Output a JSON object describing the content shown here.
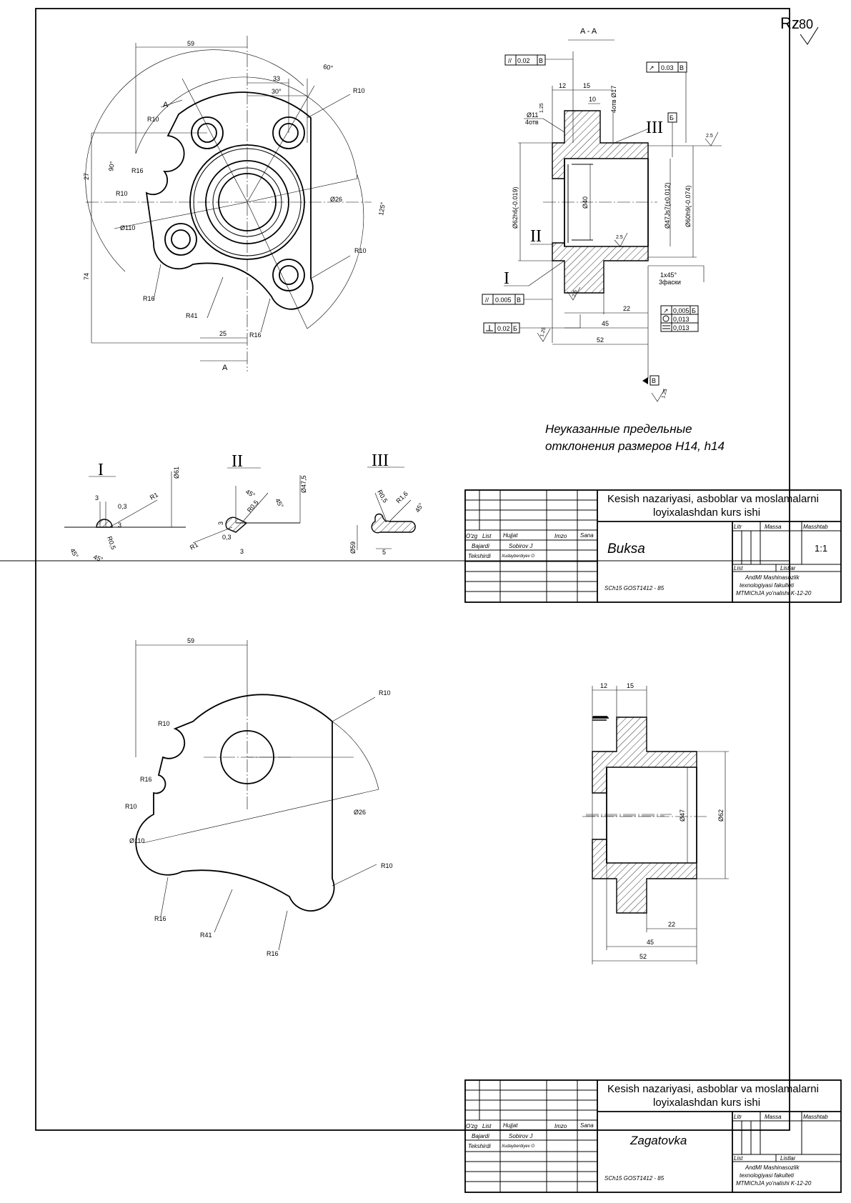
{
  "roughness": {
    "symbol": "Rz",
    "value": "80"
  },
  "top_view": {
    "dims": [
      "59",
      "60°",
      "33",
      "30°",
      "R10",
      "A",
      "R10",
      "R16",
      "90°",
      "27",
      "R10",
      "Ø26",
      "125°",
      "Ø110",
      "R10",
      "74",
      "R16",
      "R41",
      "25",
      "R16",
      "A"
    ]
  },
  "section": {
    "title": "A - A",
    "tol1": {
      "value": "0.02",
      "base": "B"
    },
    "tol2": {
      "value": "0.03",
      "base": "B"
    },
    "tol3": {
      "value": "0.005",
      "base": "B"
    },
    "tol4": {
      "value": "0.02",
      "base": "Б"
    },
    "tol_stack": [
      "0,005",
      "Б",
      "0,013",
      "0,013"
    ],
    "datum_b": "Б",
    "datum_v": "B",
    "dims": [
      "12",
      "15",
      "10",
      "4отв Ø17",
      "Ø11",
      "4отв",
      "1.25",
      "III",
      "2.5",
      "Ø62h6(-0.019)",
      "Ø40",
      "Ø47Js7(±0.012)",
      "Ø60h9(-0.074)",
      "II",
      "2.5",
      "I",
      "1x45°",
      "3фаски",
      "2.5",
      "22",
      "45",
      "1.25",
      "52",
      "1.25"
    ]
  },
  "note": [
    "Неуказанные предельные",
    "отклонения размеров H14, h14"
  ],
  "details": {
    "I": {
      "title": "I",
      "dims": [
        "3",
        "0,3",
        "R1",
        "Ø61",
        "3",
        "45°",
        "R0,5",
        "45°"
      ]
    },
    "II": {
      "title": "II",
      "dims": [
        "45°",
        "R0,5",
        "45°",
        "Ø47,5",
        "3",
        "R1",
        "0,3",
        "3"
      ]
    },
    "III": {
      "title": "III",
      "dims": [
        "R0,5",
        "R1,6",
        "45°",
        "Ø59",
        "5"
      ]
    }
  },
  "title_block_1": {
    "title_line1": "Kesish nazariyasi, asboblar va moslamalarni",
    "title_line2": "loyixalashdan kurs ishi",
    "headers": [
      "O'zg",
      "List",
      "Hujjat",
      "Imzo",
      "Sana"
    ],
    "rows": [
      [
        "Bajardi",
        "Sobirov J"
      ],
      [
        "Tekshirdi",
        "Xudayberdiyev O"
      ]
    ],
    "part_name": "Buksa",
    "litr": "Litr",
    "massa": "Massa",
    "masshtab": "Masshtab",
    "scale": "1:1",
    "list": "List",
    "listlar": "Listlar",
    "doc_code": "SCh15  GOST1412 - 85",
    "org": [
      "AndMI Mashinasozlik",
      "texnologiyasi fakulteti",
      "MTMIChJA yo'nalishi K-12-20"
    ]
  },
  "bottom_view": {
    "dims": [
      "59",
      "R10",
      "R10",
      "R16",
      "R10",
      "Ø26",
      "Ø110",
      "R10",
      "R16",
      "R41",
      "R16"
    ]
  },
  "bottom_section": {
    "dims": [
      "12",
      "15",
      "Ø47",
      "Ø62",
      "22",
      "45",
      "52"
    ]
  },
  "title_block_2": {
    "title_line1": "Kesish nazariyasi, asboblar va moslamalarni",
    "title_line2": "loyixalashdan kurs ishi",
    "headers": [
      "O'zg",
      "List",
      "Hujjat",
      "Imzo",
      "Sana"
    ],
    "rows": [
      [
        "Bajardi",
        "Sobirov J"
      ],
      [
        "Tekshirdi",
        "Xudayberdiyev O"
      ]
    ],
    "part_name": "Zagatovka",
    "litr": "Litr",
    "massa": "Massa",
    "masshtab": "Masshtab",
    "list": "List",
    "listlar": "Listlar",
    "doc_code": "SCh15  GOST1412 - 85",
    "org": [
      "AndMI Mashinasozlik",
      "texnologiyasi fakulteti",
      "MTMIChJA yo'nalishi K-12-20"
    ]
  }
}
